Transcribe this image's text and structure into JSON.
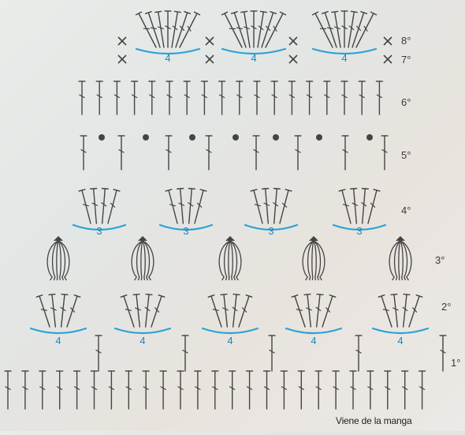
{
  "diagram": {
    "row_labels": [
      "1°",
      "2°",
      "3°",
      "4°",
      "5°",
      "6°",
      "7°",
      "8°"
    ],
    "fan_labels": {
      "row2": [
        "4",
        "4",
        "4",
        "4",
        "4"
      ],
      "row4": [
        "3",
        "3",
        "3",
        "3"
      ],
      "row7": [
        "4",
        "4",
        "4"
      ]
    },
    "footer_note": "Viene de la manga"
  },
  "colors": {
    "stitch": "#444444",
    "chain_arc": "#29a3d6",
    "count_label": "#1a86c0",
    "background": "#e6e8e6"
  },
  "symbols": {
    "dc": "double-crochet-stitch",
    "sc": "single-crochet-cross",
    "dot": "slip-stitch-dot",
    "puff": "puff-stitch-cluster"
  }
}
